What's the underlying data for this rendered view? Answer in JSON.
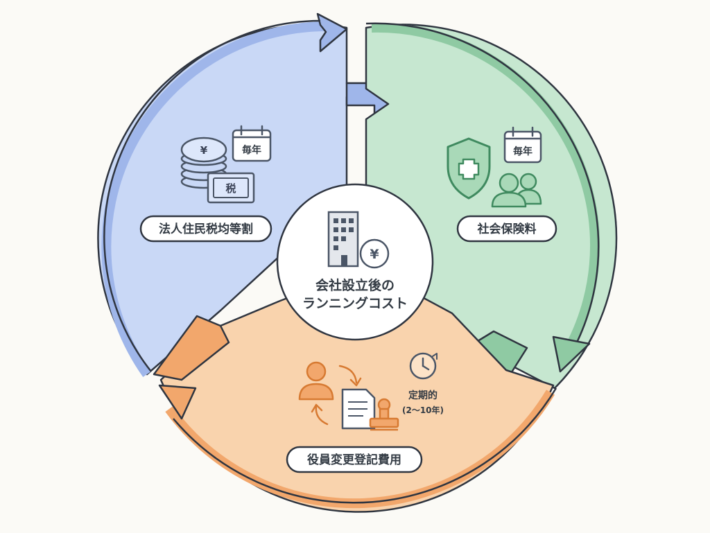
{
  "center": {
    "title_line1": "会社設立後の",
    "title_line2": "ランニングコスト",
    "yen_symbol": "¥",
    "icon": "office-building-icon"
  },
  "segments": [
    {
      "id": "resident-tax",
      "label": "法人住民税均等割",
      "frequency": "毎年",
      "tax_badge": "税",
      "yen_symbol": "¥",
      "color": "#c9d8f6",
      "stroke": "#3e5faa",
      "icons": [
        "yen-coins-icon",
        "tax-bill-icon",
        "calendar-icon"
      ]
    },
    {
      "id": "social-insurance",
      "label": "社会保険料",
      "frequency": "毎年",
      "color": "#c6e7d0",
      "stroke": "#3f8a5f",
      "icons": [
        "health-shield-icon",
        "people-icon",
        "calendar-icon"
      ]
    },
    {
      "id": "officer-change",
      "label": "役員変更登記費用",
      "period_line1": "定期的",
      "period_line2": "(2〜10年)",
      "color": "#f9d3ad",
      "stroke": "#d77a32",
      "icons": [
        "person-icon",
        "document-icon",
        "stamp-icon",
        "clock-icon"
      ]
    }
  ],
  "colors": {
    "outline": "#2f3540",
    "background": "#fbfaf6"
  }
}
